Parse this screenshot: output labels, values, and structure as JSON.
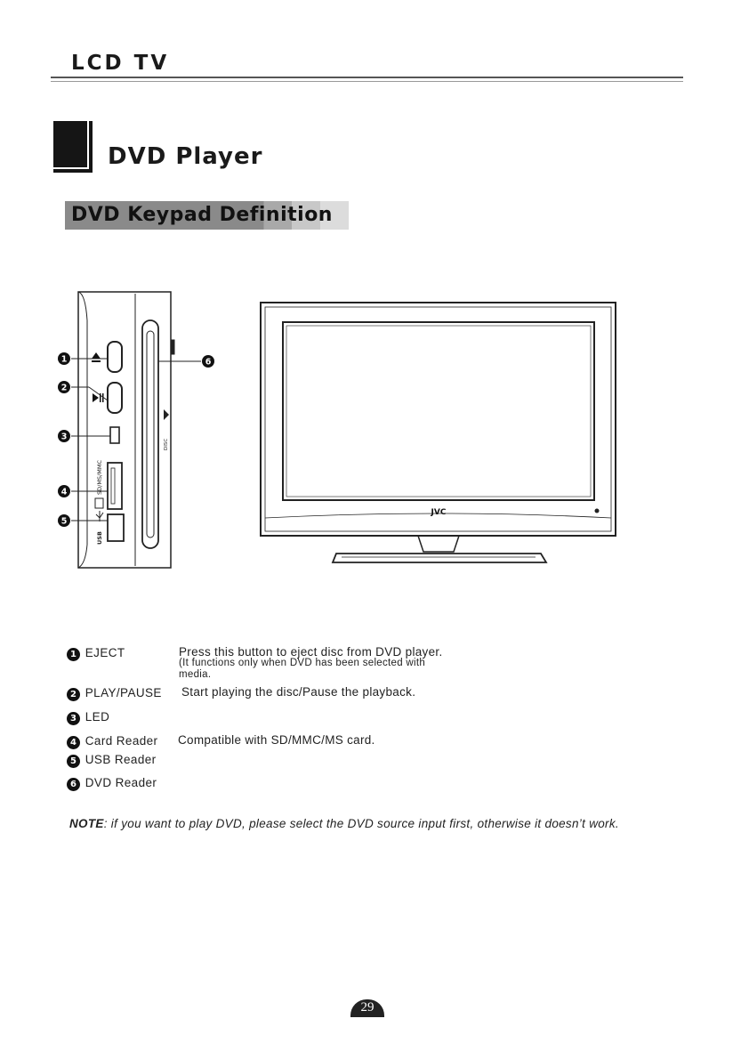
{
  "header": {
    "title": "LCD  TV"
  },
  "section": {
    "title": "DVD Player"
  },
  "subsection": {
    "title": "DVD Keypad Definition"
  },
  "diagram": {
    "callouts": [
      "1",
      "2",
      "3",
      "4",
      "5",
      "6"
    ],
    "side_label_card": "SD/MS/MMC",
    "side_label_usb": "USB",
    "side_label_disc": "DISC",
    "brand": "JVC"
  },
  "items": [
    {
      "num": "1",
      "label": "EJECT",
      "desc": "Press this button to eject disc from DVD player.",
      "note": "(It functions only when DVD has been selected with",
      "note2": "media."
    },
    {
      "num": "2",
      "label": "PLAY/PAUSE",
      "desc": "Start playing the disc/Pause the playback."
    },
    {
      "num": "3",
      "label": "LED",
      "desc": ""
    },
    {
      "num": "4",
      "label": "Card Reader",
      "desc": "Compatible  with  SD/MMC/MS  card."
    },
    {
      "num": "5",
      "label": "USB  Reader",
      "desc": ""
    },
    {
      "num": "6",
      "label": "DVD Reader",
      "desc": ""
    }
  ],
  "note": {
    "prefix": "NOTE",
    "text": ": if you  want to play DVD, please select the DVD source input first, otherwise it doesn’t work."
  },
  "page_number": "29"
}
